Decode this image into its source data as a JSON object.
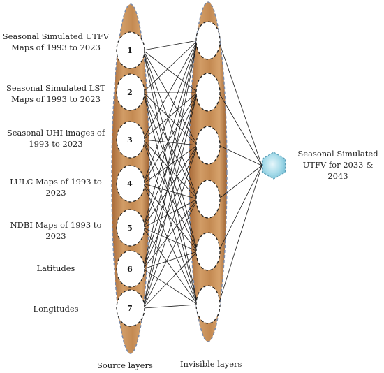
{
  "inputs": [
    {
      "number": "1",
      "label": "Seasonal Simulated UTFV Maps of 1993 to 2023"
    },
    {
      "number": "2",
      "label": "Seasonal Simulated LST Maps of 1993 to 2023"
    },
    {
      "number": "3",
      "label": "Seasonal UHI images of 1993 to 2023"
    },
    {
      "number": "4",
      "label": "LULC Maps of 1993 to 2023"
    },
    {
      "number": "5",
      "label": "NDBI Maps of 1993 to 2023"
    },
    {
      "number": "6",
      "label": "Latitudes"
    },
    {
      "number": "7",
      "label": "Longitudes"
    }
  ],
  "hidden_node_count": 6,
  "output": {
    "label": "Seasonal Simulated UTFV for 2033 & 2043"
  },
  "captions": {
    "source": "Source layers",
    "hidden": "Invisible layers"
  },
  "colors": {
    "layer_fill": "#c8905a",
    "layer_border": "#7a8aa8",
    "node_fill": "#ffffff",
    "node_border": "#222222",
    "connection": "#1a1a1a",
    "output_fill": "#a8dcea",
    "output_border": "#5b9fb8"
  }
}
